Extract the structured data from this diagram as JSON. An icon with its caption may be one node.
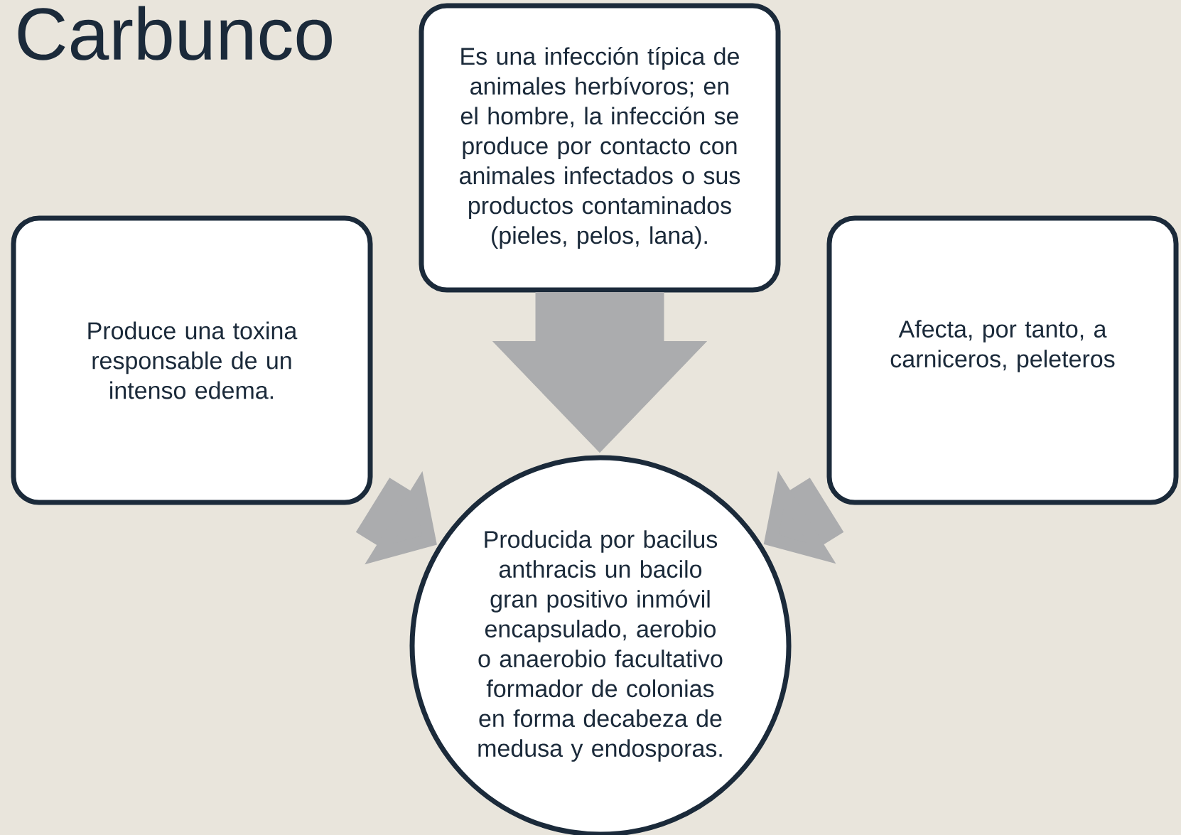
{
  "diagram": {
    "title": "Carbunco",
    "nodes": [
      {
        "text": [
          "Produce una toxina responsable de un intenso edema."
        ]
      },
      {
        "text": [
          "Es una infección típica de animales herbívoros; en el hombre, la infección se produce por contacto con animales infectados o sus productos contaminados (pieles, pelos, lana)."
        ]
      },
      {
        "text": [
          "Afecta, por tanto, a carniceros, peleteros"
        ]
      },
      {
        "text": [
          "Producida por bacilus anthracis un bacilo gran positivo inmóvil encapsulado, aerobio o anaerobio facultativo formador de colonias en forma decabeza de medusa y endosporas."
        ]
      }
    ],
    "edges": [
      {
        "from": 1,
        "to": 3,
        "arrow": "to"
      },
      {
        "from": 0,
        "to": 3,
        "arrow": "to"
      },
      {
        "from": 2,
        "to": 3,
        "arrow": "to"
      }
    ]
  }
}
